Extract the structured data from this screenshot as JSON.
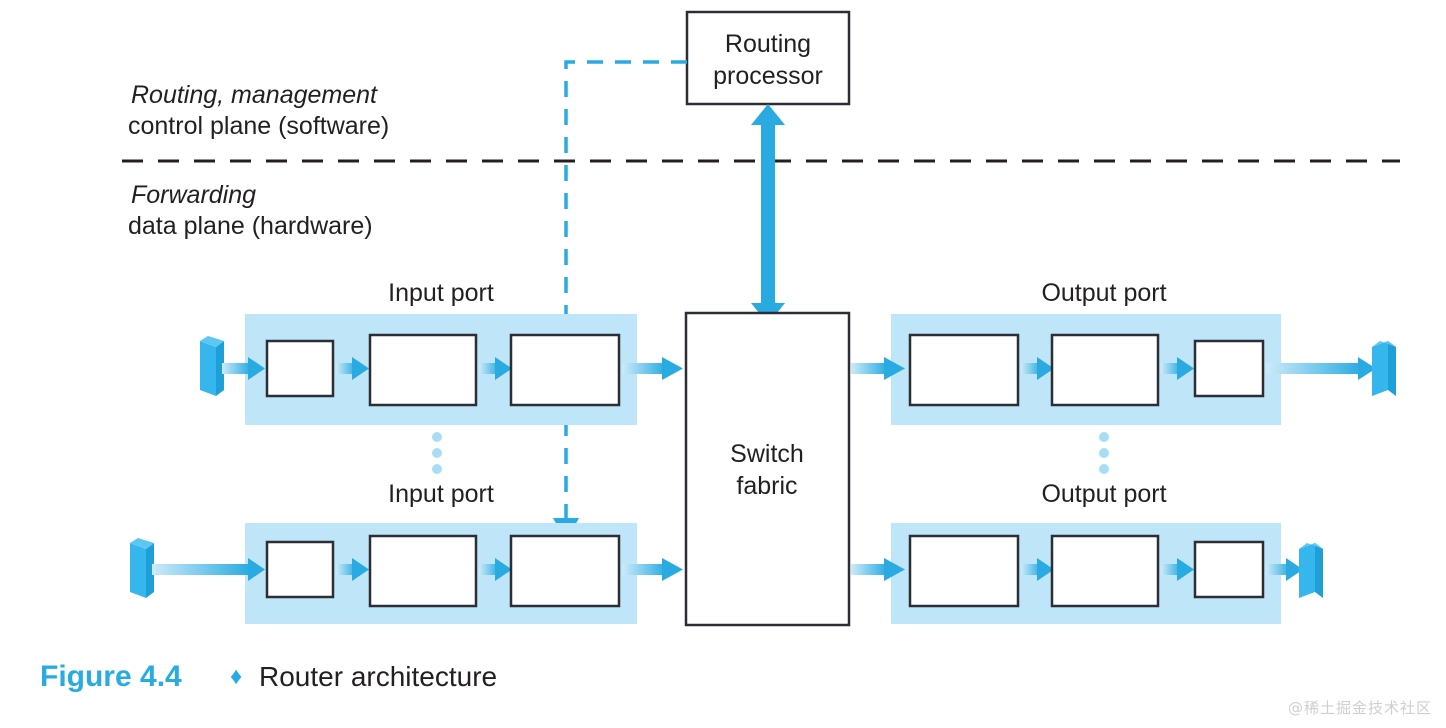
{
  "figure": {
    "caption_label": "Figure 4.4",
    "caption_separator": "♦",
    "caption_title": "Router architecture"
  },
  "planes": {
    "control": {
      "emphasis": "Routing, management",
      "detail": "control plane (software)"
    },
    "data": {
      "emphasis": "Forwarding",
      "detail": "data plane (hardware)"
    },
    "divider_style": "dashed"
  },
  "nodes": {
    "routing_processor": {
      "line1": "Routing",
      "line2": "processor"
    },
    "switch_fabric": {
      "line1": "Switch",
      "line2": "fabric"
    }
  },
  "input_ports": [
    {
      "label": "Input port",
      "stages": [
        "",
        "",
        ""
      ]
    },
    {
      "label": "Input port",
      "stages": [
        "",
        "",
        ""
      ]
    }
  ],
  "output_ports": [
    {
      "label": "Output port",
      "stages": [
        "",
        "",
        ""
      ]
    },
    {
      "label": "Output port",
      "stages": [
        "",
        "",
        ""
      ]
    }
  ],
  "ellipsis": {
    "glyph": "⋮",
    "dot_count": 3
  },
  "colors": {
    "accent_blue": "#29abe2",
    "band_fill": "#bfe5f8",
    "arrow_blue": "#29abe2",
    "arrow_fade": "#cdeaf9",
    "outline_dark": "#2b2e34",
    "text_dark": "#231f20",
    "dot_light": "#a8def5",
    "background": "#ffffff",
    "watermark_gray": "#cfcfcf"
  },
  "watermark": {
    "text": "@稀土掘金技术社区"
  }
}
